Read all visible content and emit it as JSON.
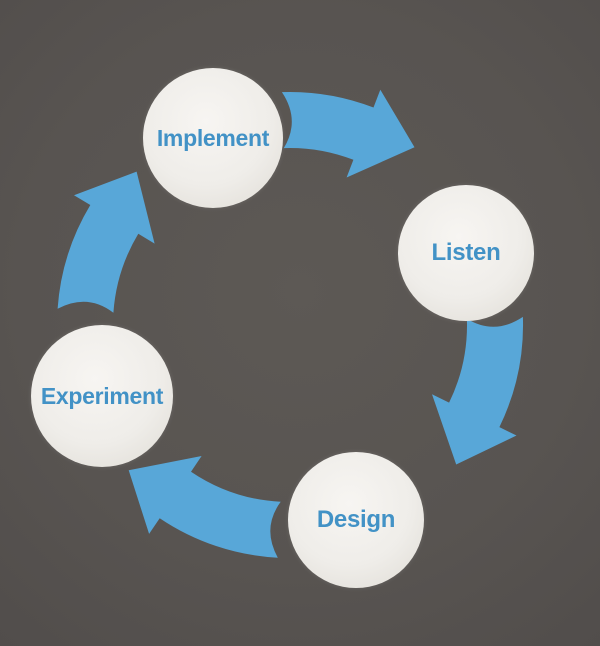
{
  "diagram": {
    "type": "cycle",
    "flow_direction": "clockwise",
    "nodes": [
      {
        "id": "implement",
        "label": "Implement"
      },
      {
        "id": "listen",
        "label": "Listen"
      },
      {
        "id": "design",
        "label": "Design"
      },
      {
        "id": "experiment",
        "label": "Experiment"
      }
    ],
    "colors": {
      "background": "#585451",
      "background_light": "#5d5955",
      "background_dark": "#514d4b",
      "arrow": "#58a7d8",
      "node_label": "#4292c6",
      "node_fill": "#efede9"
    }
  }
}
